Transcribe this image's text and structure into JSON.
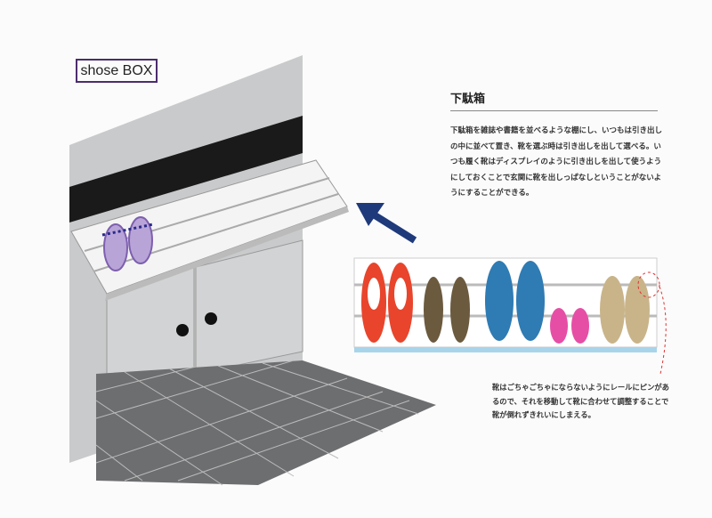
{
  "title_box": "shose BOX",
  "heading": "下駄箱",
  "description_lines": [
    "下駄箱を雑誌や書籍を並べるような棚にし、いつもは引き出し",
    "の中に並べて置き、靴を選ぶ時は引き出しを出して選べる。い",
    "つも履く靴はディスプレイのように引き出しを出して使うよう",
    "にしておくことで玄関に靴を出しっぱなしということがないよ",
    "うにすることができる。"
  ],
  "note_lines": [
    "靴はごちゃごちゃにならないようにレールにピンがあ",
    "るので、それを移動して靴に合わせて調整することで",
    "靴が倒れずきれいにしまえる。"
  ],
  "colors": {
    "frame": "#4b2d6e",
    "arrow": "#1f3a7a",
    "wall": "#c9cacb",
    "band": "#1a1a1a",
    "rail_base": "#a8d4ea",
    "callout": "#e03030"
  }
}
